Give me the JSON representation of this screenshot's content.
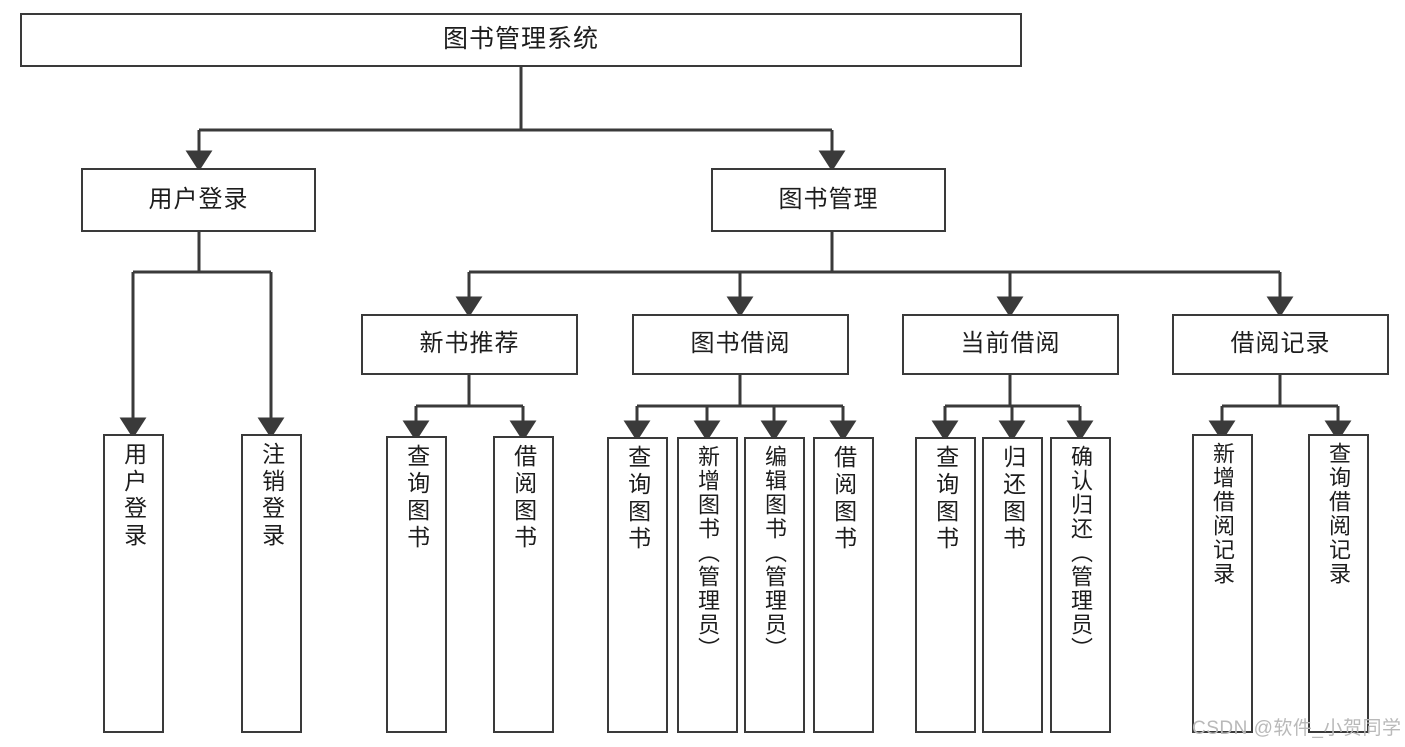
{
  "diagram": {
    "title": "图书管理系统",
    "type": "tree",
    "nodes": {
      "root": {
        "label": "图书管理系统"
      },
      "level2": [
        {
          "id": "user-login",
          "label": "用户登录"
        },
        {
          "id": "book-management",
          "label": "图书管理"
        }
      ],
      "level3": [
        {
          "id": "new-book-recommend",
          "label": "新书推荐"
        },
        {
          "id": "book-borrow",
          "label": "图书借阅"
        },
        {
          "id": "current-borrow",
          "label": "当前借阅"
        },
        {
          "id": "borrow-record",
          "label": "借阅记录"
        }
      ],
      "leaves": {
        "user_login": [
          {
            "id": "leaf-user-login",
            "label": "用户登录"
          },
          {
            "id": "leaf-logout-login",
            "label": "注销登录"
          }
        ],
        "new_book_recommend": [
          {
            "id": "leaf-query-book-1",
            "label": "查询图书"
          },
          {
            "id": "leaf-borrow-book-1",
            "label": "借阅图书"
          }
        ],
        "book_borrow": [
          {
            "id": "leaf-query-book-2",
            "label": "查询图书"
          },
          {
            "id": "leaf-add-book",
            "label": "新增图书（管理员）"
          },
          {
            "id": "leaf-edit-book",
            "label": "编辑图书（管理员）"
          },
          {
            "id": "leaf-borrow-book-2",
            "label": "借阅图书"
          }
        ],
        "current_borrow": [
          {
            "id": "leaf-query-book-3",
            "label": "查询图书"
          },
          {
            "id": "leaf-return-book",
            "label": "归还图书"
          },
          {
            "id": "leaf-confirm-return",
            "label": "确认归还（管理员）"
          }
        ],
        "borrow_record": [
          {
            "id": "leaf-add-record",
            "label": "新增借阅记录"
          },
          {
            "id": "leaf-query-record",
            "label": "查询借阅记录"
          }
        ]
      }
    },
    "colors": {
      "stroke": "#3a3a3a",
      "fill": "#ffffff",
      "text": "#1d1d1d",
      "watermark": "#b9b9b9"
    }
  },
  "watermark": {
    "text": "CSDN @软件_小贺同学"
  }
}
